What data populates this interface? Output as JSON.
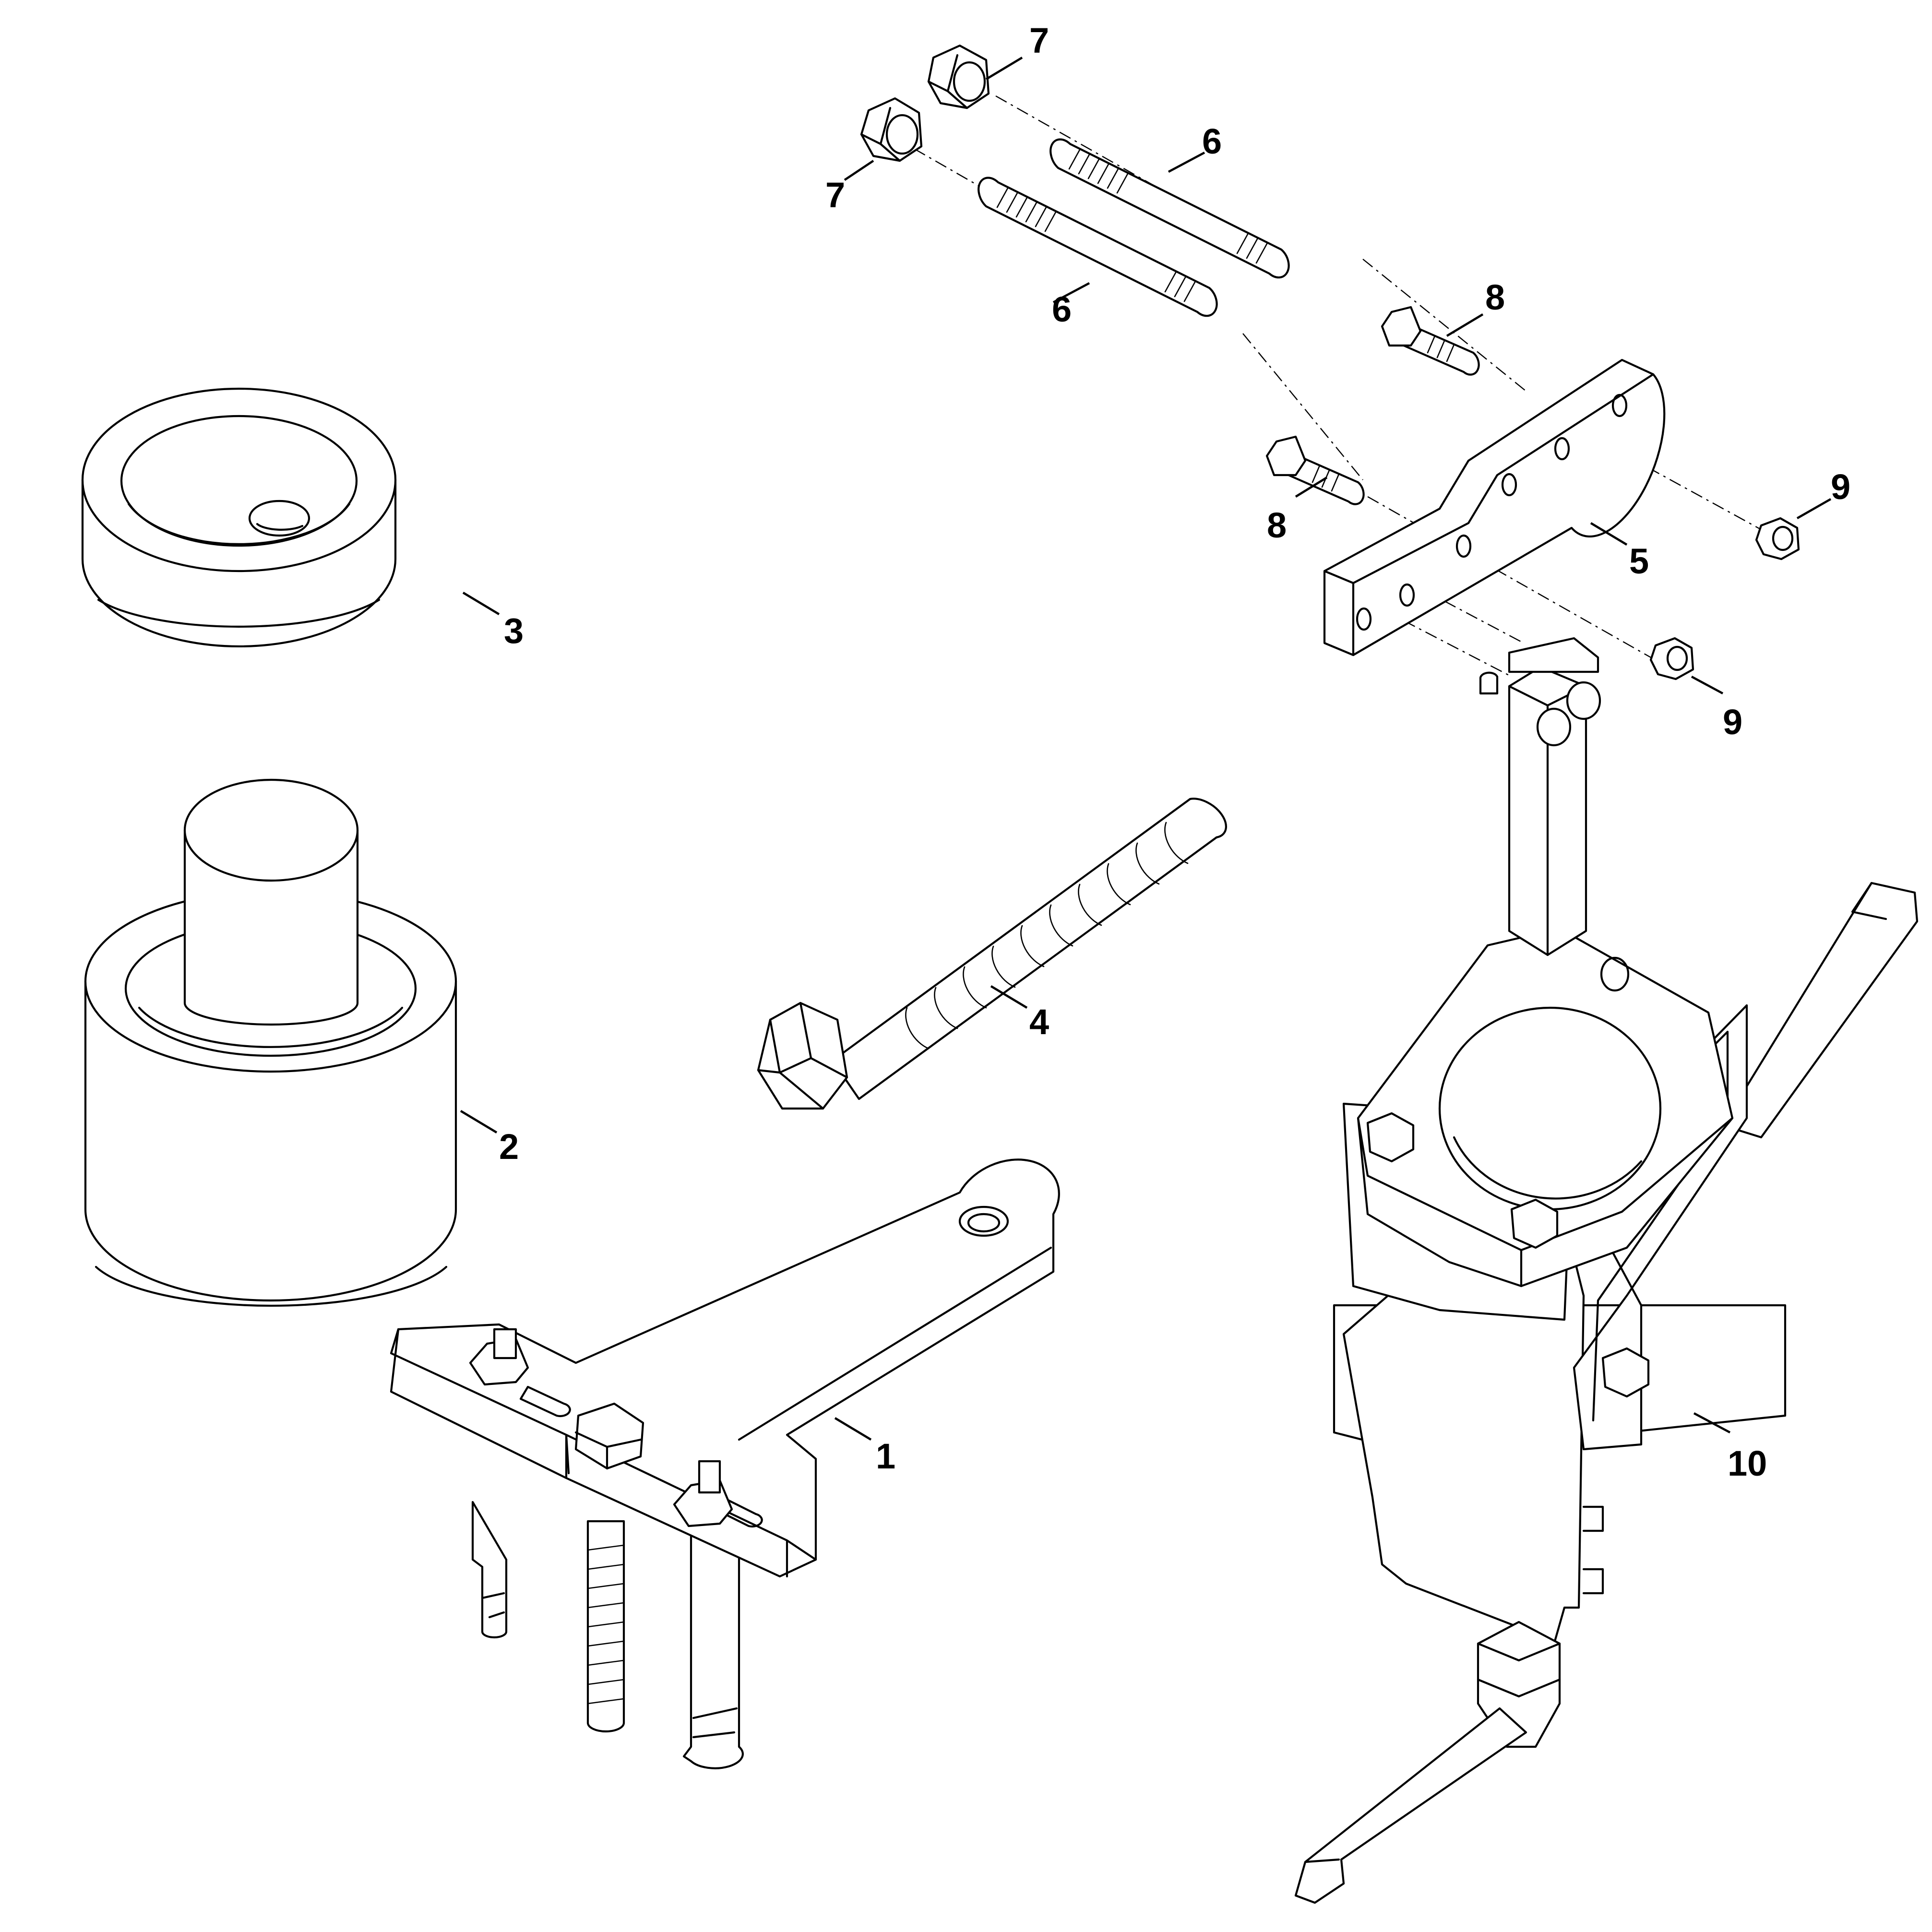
{
  "diagram": {
    "callouts": {
      "c1": "1",
      "c2": "2",
      "c3": "3",
      "c4": "4",
      "c5": "5",
      "c6a": "6",
      "c6b": "6",
      "c7a": "7",
      "c7b": "7",
      "c8a": "8",
      "c8b": "8",
      "c9a": "9",
      "c9b": "9",
      "c10": "10"
    }
  }
}
